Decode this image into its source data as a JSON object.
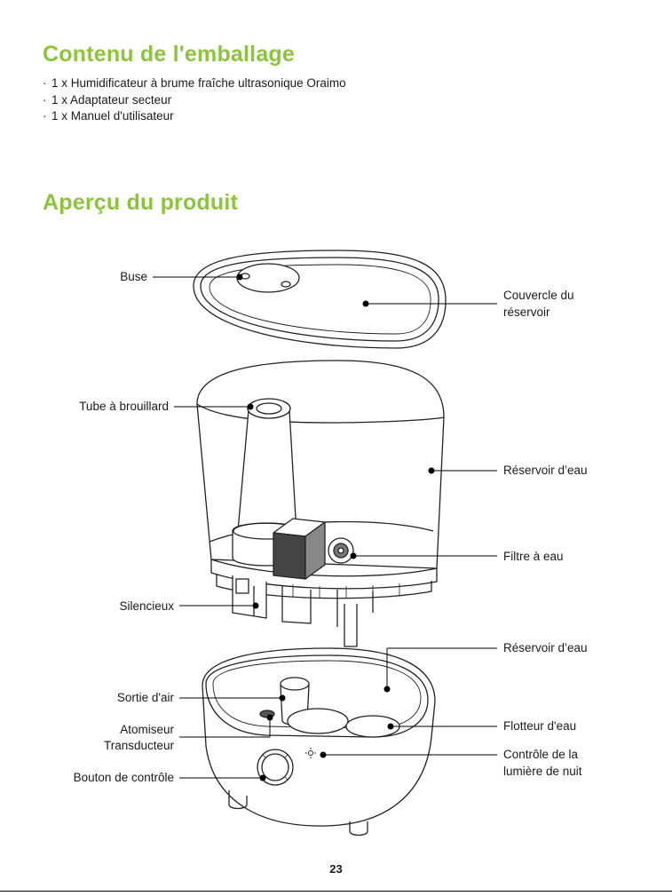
{
  "contents": {
    "title": "Contenu de l'emballage",
    "items": [
      "1 x Humidificateur à brume fraîche ultrasonique Oraimo",
      "1 x Adaptateur secteur",
      "1 x Manuel d'utilisateur"
    ],
    "bullet": "·"
  },
  "overview": {
    "title": "Aperçu du produit",
    "labels": {
      "nozzle": "Buse",
      "tank_lid_1": "Couvercle du",
      "tank_lid_2": "réservoir",
      "mist_tube": "Tube à brouillard",
      "water_tank_upper": "Réservoir d’eau",
      "water_filter": "Filtre à eau",
      "silencer": "Silencieux",
      "water_tank_lower": "Réservoir d’eau",
      "air_outlet": "Sortie d'air",
      "atomizer_1": "Atomiseur",
      "atomizer_2": "Transducteur",
      "water_float": "Flotteur d'eau",
      "control_knob": "Bouton de contrôle",
      "night_light_1": "Contrôle de la",
      "night_light_2": "lumière de nuit"
    }
  },
  "page_number": "23"
}
